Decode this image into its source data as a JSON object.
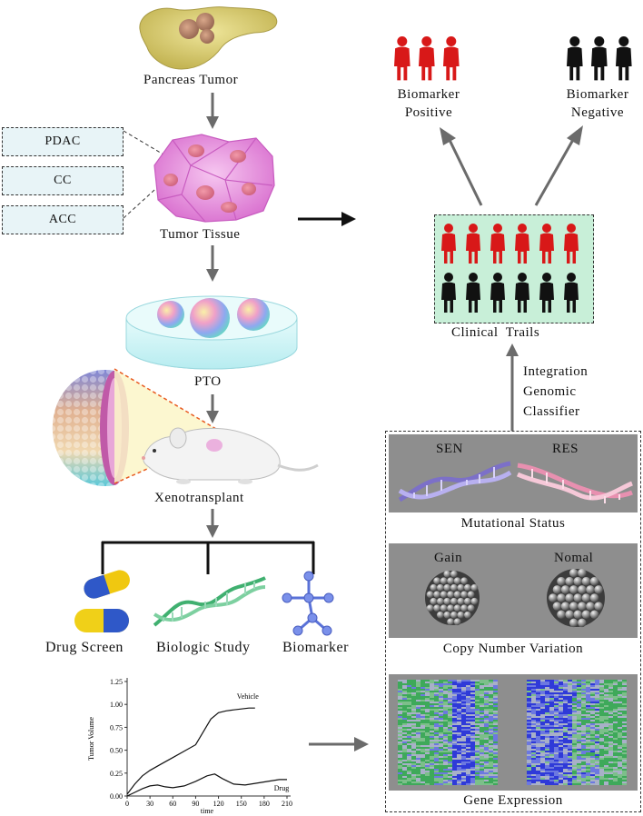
{
  "top": {
    "pancreas_label": "Pancreas Tumor",
    "tissue_label": "Tumor Tissue",
    "pto_label": "PTO",
    "xeno_label": "Xenotransplant"
  },
  "tumor_types": [
    "PDAC",
    "CC",
    "ACC"
  ],
  "methods": {
    "drug_screen": "Drug Screen",
    "biologic_study": "Biologic Study",
    "biomarker": "Biomarker"
  },
  "biomarker_groups": {
    "positive": [
      "Biomarker",
      "Positive"
    ],
    "negative": [
      "Biomarker",
      "Negative"
    ]
  },
  "clinical_label": "Clinical  Trails",
  "integration_label": [
    "Integration",
    "Genomic",
    "Classifier"
  ],
  "panels": {
    "mutational": {
      "title": "Mutational Status",
      "left": "SEN",
      "right": "RES"
    },
    "cnv": {
      "title": "Copy Number Variation",
      "left": "Gain",
      "right": "Nomal"
    },
    "expression": {
      "title": "Gene Expression"
    }
  },
  "colors": {
    "positive": "#d81818",
    "negative": "#111111",
    "arrow": "#6b6b6b",
    "clinical_bg": "#c8efd8"
  },
  "chart_data": {
    "type": "line",
    "ylabel": "Tumor Volume",
    "xlabel": "time",
    "xticks": [
      0,
      30,
      60,
      90,
      120,
      150,
      180,
      210
    ],
    "yticks": [
      "0.00",
      "0.25",
      "0.50",
      "0.75",
      "1.00",
      "1.25"
    ],
    "xlim": [
      0,
      210
    ],
    "ylim": [
      0,
      1.25
    ],
    "series": [
      {
        "name": "Vehicle",
        "x": [
          0,
          10,
          20,
          30,
          45,
          60,
          75,
          90,
          100,
          110,
          120,
          130,
          140,
          150,
          160,
          168
        ],
        "y": [
          0.02,
          0.13,
          0.22,
          0.28,
          0.35,
          0.42,
          0.49,
          0.56,
          0.7,
          0.84,
          0.91,
          0.93,
          0.94,
          0.95,
          0.96,
          0.96
        ]
      },
      {
        "name": "Drug",
        "x": [
          0,
          10,
          20,
          30,
          40,
          50,
          60,
          75,
          90,
          105,
          115,
          125,
          140,
          155,
          170,
          185,
          200,
          210
        ],
        "y": [
          0.0,
          0.04,
          0.08,
          0.11,
          0.12,
          0.1,
          0.09,
          0.11,
          0.16,
          0.22,
          0.24,
          0.19,
          0.13,
          0.12,
          0.14,
          0.16,
          0.18,
          0.18
        ]
      }
    ]
  }
}
